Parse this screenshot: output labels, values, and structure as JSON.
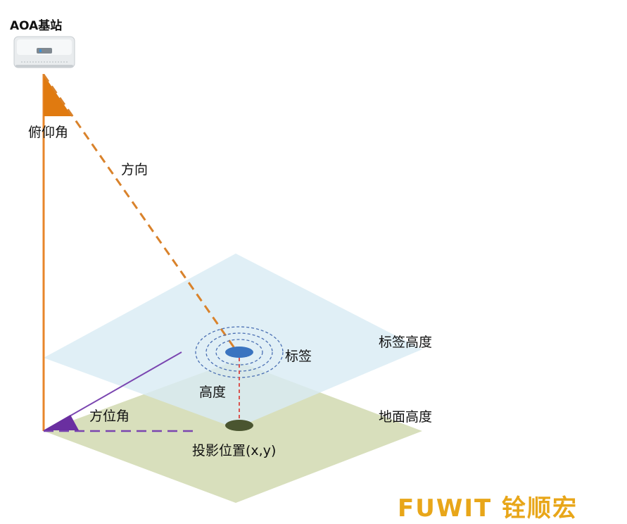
{
  "labels": {
    "station": "AOA基站",
    "elevation_angle": "俯仰角",
    "direction": "方向",
    "tag": "标签",
    "tag_height": "标签高度",
    "height": "高度",
    "azimuth_angle": "方位角",
    "ground_height": "地面高度",
    "projection": "投影位置(x,y)"
  },
  "logo": {
    "text": "FUWIT 铨顺宏"
  },
  "colors": {
    "vertical_line": "#e8862a",
    "direction_line": "#d9822b",
    "elevation_wedge": "#e07a10",
    "azimuth_wedge": "#6a2fa0",
    "azimuth_dash": "#7a45b0",
    "tag_plane": "#d9ecf4",
    "ground_plane": "#d8dfbc",
    "tag_ellipse": "#3a74c0",
    "ground_ellipse": "#4a5530",
    "rings": "#4a6fb3",
    "height_line": "#d9534f",
    "logo": "#e8a619"
  }
}
